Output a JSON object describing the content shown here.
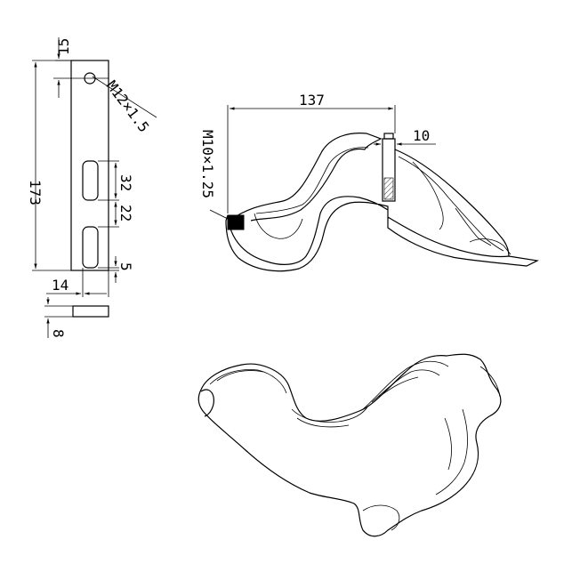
{
  "strip_view": {
    "dim_top_offset": "15",
    "dim_length": "173",
    "hole_thread": "M12×1.5",
    "dim_slot_length": "32",
    "dim_slot_gap": "22",
    "dim_bottom_offset": "5",
    "dim_width": "14",
    "dim_thickness": "8"
  },
  "side_view": {
    "dim_span": "137",
    "dim_plate": "10",
    "bolt_thread": "M10×1.25"
  }
}
